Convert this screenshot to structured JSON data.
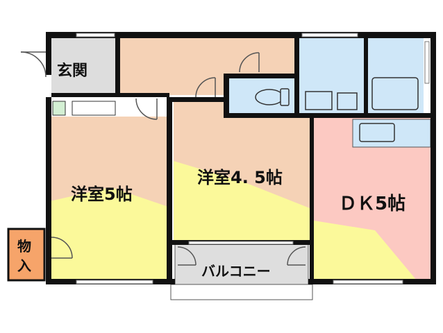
{
  "rooms": {
    "genkan": "玄関",
    "western_a": "洋室5帖",
    "western_b": "洋室4. 5帖",
    "dk": "ＤＫ5帖",
    "storage_1": "物",
    "storage_2": "入",
    "balcony": "バルコニー"
  },
  "colors": {
    "wall": "#111111",
    "floor_wood": "#f5d2b6",
    "floor_dk": "#fcc9c2",
    "wet_area": "#cfe7f8",
    "sunlight": "#fbf99a",
    "storage": "#f6a46a",
    "balcony": "#dedede",
    "genkan": "#dddddd",
    "closet": "#d4f0d4"
  }
}
